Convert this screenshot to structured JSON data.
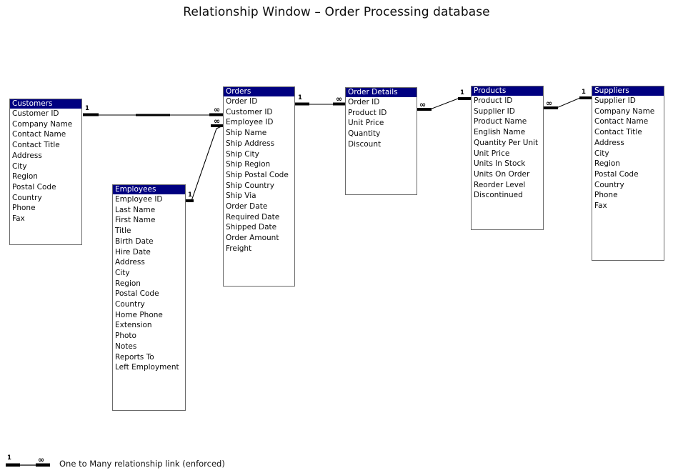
{
  "page": {
    "title": "Relationship Window – Order Processing database",
    "background_color": "#ffffff",
    "header_color": "#000080",
    "header_text_color": "#ffffff",
    "border_color": "#6b6b6b",
    "line_color": "#000000"
  },
  "tables": [
    {
      "id": "customers",
      "title": "Customers",
      "fields": [
        "Customer ID",
        "Company Name",
        "Contact Name",
        "Contact Title",
        "Address",
        "City",
        "Region",
        "Postal Code",
        "Country",
        "Phone",
        "Fax"
      ]
    },
    {
      "id": "employees",
      "title": "Employees",
      "fields": [
        "Employee ID",
        "Last Name",
        "First Name",
        "Title",
        "Birth Date",
        "Hire Date",
        "Address",
        "City",
        "Region",
        "Postal Code",
        "Country",
        "Home Phone",
        "Extension",
        "Photo",
        "Notes",
        "Reports To",
        "Left Employment"
      ]
    },
    {
      "id": "orders",
      "title": "Orders",
      "fields": [
        "Order ID",
        "Customer ID",
        "Employee ID",
        "Ship Name",
        "Ship Address",
        "Ship City",
        "Ship Region",
        "Ship Postal Code",
        "Ship Country",
        "Ship Via",
        "Order Date",
        "Required Date",
        "Shipped Date",
        "Order Amount",
        "Freight"
      ]
    },
    {
      "id": "order-details",
      "title": "Order Details",
      "fields": [
        "Order ID",
        "Product ID",
        "Unit Price",
        "Quantity",
        "Discount"
      ]
    },
    {
      "id": "products",
      "title": "Products",
      "fields": [
        "Product ID",
        "Supplier ID",
        "Product Name",
        "English Name",
        "Quantity Per Unit",
        "Unit Price",
        "Units In Stock",
        "Units On Order",
        "Reorder Level",
        "Discontinued"
      ]
    },
    {
      "id": "suppliers",
      "title": "Suppliers",
      "fields": [
        "Supplier ID",
        "Company Name",
        "Contact Name",
        "Contact Title",
        "Address",
        "City",
        "Region",
        "Postal Code",
        "Country",
        "Phone",
        "Fax"
      ]
    }
  ],
  "relationships": [
    {
      "id": "customers-orders",
      "from": "Customers",
      "to": "Orders",
      "one_label": "1",
      "many_label": "∞"
    },
    {
      "id": "employees-orders",
      "from": "Employees",
      "to": "Orders",
      "one_label": "1",
      "many_label": "∞"
    },
    {
      "id": "orders-order-details",
      "from": "Orders",
      "to": "Order Details",
      "one_label": "1",
      "many_label": "∞"
    },
    {
      "id": "products-order-details",
      "from": "Products",
      "to": "Order Details",
      "one_label": "1",
      "many_label": "∞"
    },
    {
      "id": "suppliers-products",
      "from": "Suppliers",
      "to": "Products",
      "one_label": "1",
      "many_label": "∞"
    }
  ],
  "legend": {
    "one_label": "1",
    "many_label": "∞",
    "text": "One to Many relationship link (enforced)"
  }
}
